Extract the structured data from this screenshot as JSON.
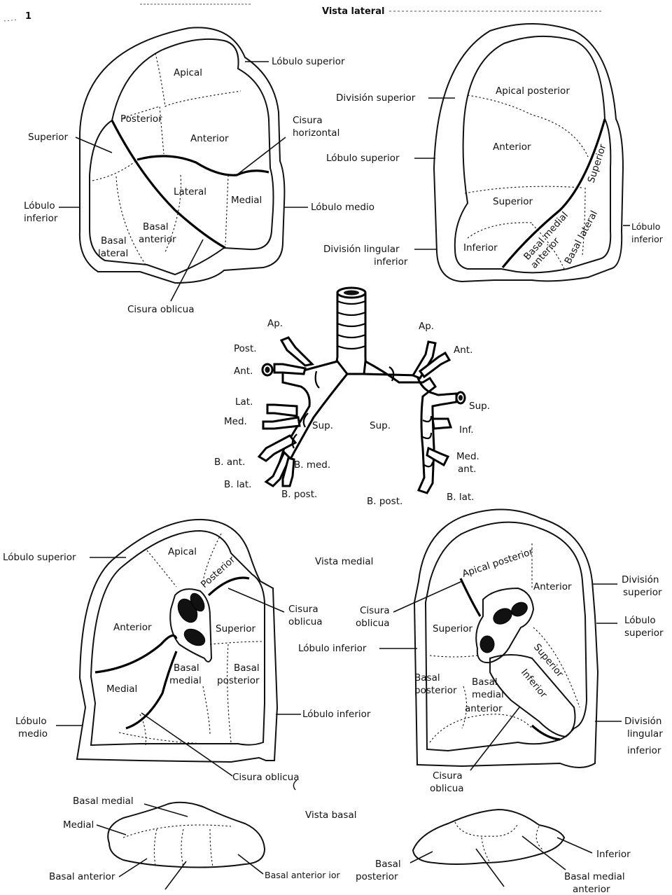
{
  "header": {
    "page_mark": "1",
    "top_title": "Vista lateral"
  },
  "views": {
    "lateral": "Vista lateral",
    "medial": "Vista medial",
    "basal": "Vista basal"
  },
  "right_lung_lateral": {
    "labels": {
      "apical": "Apical",
      "posterior": "Posterior",
      "anterior": "Anterior",
      "superior": "Superior",
      "lateral": "Lateral",
      "medial": "Medial",
      "basal_anterior_1": "Basal",
      "basal_anterior_2": "anterior",
      "basal_lateral_1": "Basal",
      "basal_lateral_2": "lateral"
    },
    "callouts": {
      "lobulo_superior": "Lóbulo superior",
      "cisura_horizontal_1": "Cisura",
      "cisura_horizontal_2": "horizontal",
      "lobulo_medio": "Lóbulo medio",
      "lobulo_inferior_1": "Lóbulo",
      "lobulo_inferior_2": "inferior",
      "cisura_oblicua": "Cisura oblicua"
    }
  },
  "left_lung_lateral": {
    "labels": {
      "apical_posterior": "Apical posterior",
      "anterior": "Anterior",
      "superior_upper": "Superior",
      "superior_side": "Superior",
      "inferior": "Inferior",
      "basal_medial_1": "Basal medial",
      "basal_medial_2": "anterior",
      "basal_lateral": "Basal lateral"
    },
    "callouts": {
      "division_superior": "División superior",
      "lobulo_superior": "Lóbulo superior",
      "division_lingular_1": "División lingular",
      "division_lingular_2": "inferior",
      "lobulo_inferior_1": "Lóbulo",
      "lobulo_inferior_2": "inferior"
    }
  },
  "bronchial_tree": {
    "right": {
      "ap": "Ap.",
      "post": "Post.",
      "ant": "Ant.",
      "lat": "Lat.",
      "med": "Med.",
      "sup": "Sup.",
      "b_ant": "B. ant.",
      "b_med": "B. med.",
      "b_lat": "B. lat.",
      "b_post": "B. post."
    },
    "left": {
      "ap": "Ap.",
      "ant": "Ant.",
      "sup_side": "Sup.",
      "inf": "Inf.",
      "med_ant_1": "Med.",
      "med_ant_2": "ant.",
      "sup": "Sup.",
      "b_post": "B. post.",
      "b_lat": "B. lat."
    }
  },
  "right_lung_medial": {
    "labels": {
      "apical": "Apical",
      "posterior": "Posterior",
      "anterior": "Anterior",
      "superior": "Superior",
      "medial": "Medial",
      "basal_medial_1": "Basal",
      "basal_medial_2": "medial",
      "basal_posterior_1": "Basal",
      "basal_posterior_2": "posterior"
    },
    "callouts": {
      "lobulo_superior": "Lóbulo superior",
      "cisura_oblicua_1": "Cisura",
      "cisura_oblicua_2": "oblicua",
      "lobulo_medio_1": "Lóbulo",
      "lobulo_medio_2": "medio",
      "lobulo_inferior": "Lóbulo inferior",
      "cisura_oblicua_bottom": "Cisura oblicua"
    }
  },
  "left_lung_medial": {
    "labels": {
      "apical_posterior": "Apical posterior",
      "anterior": "Anterior",
      "superior": "Superior",
      "superior_diag": "Superior",
      "inferior_diag": "Inferior",
      "basal_posterior_1": "Basal",
      "basal_posterior_2": "posterior",
      "basal_medial_1": "Basal",
      "basal_medial_2": "medial",
      "basal_medial_3": "anterior"
    },
    "callouts": {
      "cisura_oblicua_1": "Cisura",
      "cisura_oblicua_2": "oblicua",
      "lobulo_inferior": "Lóbulo inferior",
      "division_superior_1": "División",
      "division_superior_2": "superior",
      "lobulo_superior_1": "Lóbulo",
      "lobulo_superior_2": "superior",
      "division_lingular_1": "División",
      "division_lingular_2": "lingular",
      "division_lingular_3": "inferior",
      "cisura_oblicua_b1": "Cisura",
      "cisura_oblicua_b2": "oblicua"
    }
  },
  "basal_view": {
    "right": {
      "basal_medial": "Basal medial",
      "medial": "Medial",
      "basal_anterior": "Basal anterior",
      "basal_posterior": "Basal anterior ior"
    },
    "left": {
      "basal_posterior_1": "Basal",
      "basal_posterior_2": "posterior",
      "inferior": "Inferior",
      "basal_medial_1": "Basal medial",
      "basal_medial_2": "anterior"
    }
  }
}
